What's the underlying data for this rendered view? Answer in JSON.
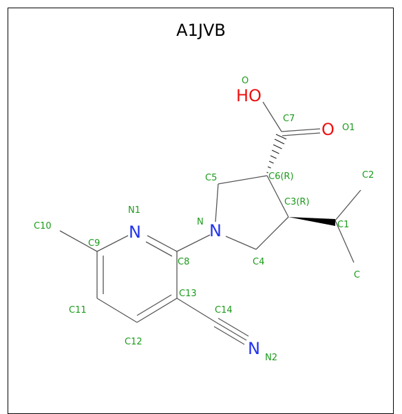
{
  "title": "A1JVB",
  "atoms": {
    "oh": "HO",
    "o_dbl": "O",
    "n_ring": "N",
    "n_pyr": "N",
    "n_nitrile": "N"
  },
  "labels": {
    "O": "O",
    "O1": "O1",
    "C7": "C7",
    "C6": "C6(R)",
    "C5": "C5",
    "C3": "C3(R)",
    "C2": "C2",
    "C1": "C1",
    "C": "C",
    "N": "N",
    "C4": "C4",
    "N1": "N1",
    "C10": "C10",
    "C9": "C9",
    "C8": "C8",
    "C11": "C11",
    "C13": "C13",
    "C14": "C14",
    "C12": "C12",
    "N2": "N2"
  },
  "colors": {
    "carbon_label": "#1a9a1a",
    "nitrogen": "#2233ee",
    "oxygen": "#ee1111",
    "bond": "#555555"
  }
}
